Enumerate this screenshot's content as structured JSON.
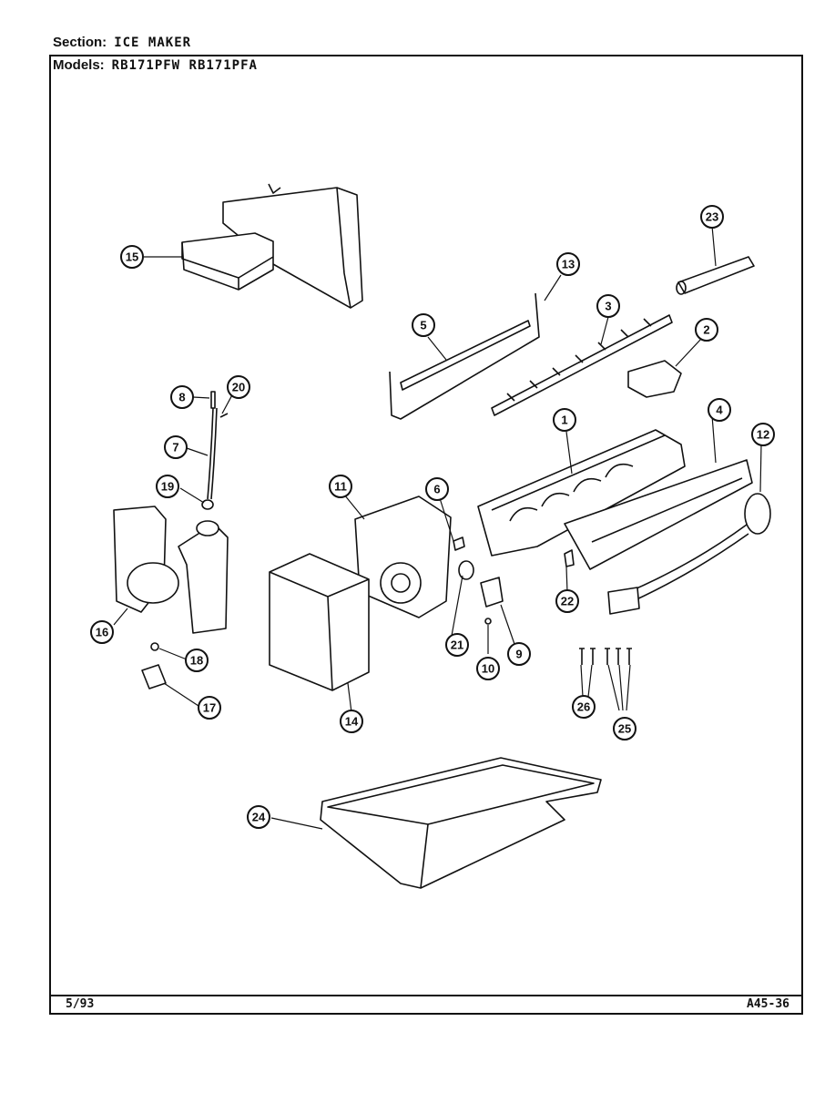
{
  "header": {
    "section_label": "Section:",
    "section_value": "ICE MAKER",
    "models_label": "Models:",
    "models_value": "RB171PFW   RB171PFA"
  },
  "footer": {
    "date": "5/93",
    "page_code": "A45-36"
  },
  "callouts": [
    "1",
    "2",
    "3",
    "4",
    "5",
    "6",
    "7",
    "8",
    "9",
    "10",
    "11",
    "12",
    "13",
    "14",
    "15",
    "16",
    "17",
    "18",
    "19",
    "20",
    "21",
    "22",
    "23",
    "24",
    "25",
    "26"
  ]
}
